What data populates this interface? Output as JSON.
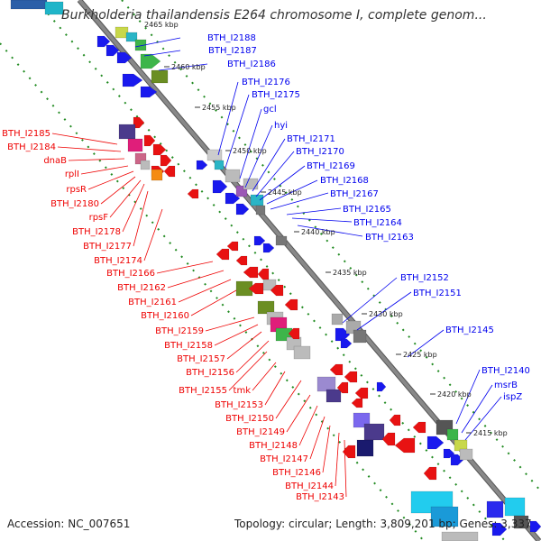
{
  "title": "Burkholderia thailandensis E264 chromosome I, complete genom...",
  "header_partial_kbp": "2465 kbp",
  "footer": {
    "accession": "Accession: NC_007651",
    "summary": "Topology: circular; Length: 3,809,201 bp; Genes: 3,337"
  },
  "colors": {
    "forward_gene": "#0000ee",
    "reverse_gene": "#ee0000",
    "backbone": "#888888",
    "tick": "#228b22"
  },
  "kbp_marks": [
    "2460 kbp",
    "2455 kbp",
    "2450 kbp",
    "2445 kbp",
    "2440 kbp",
    "2435 kbp",
    "2430 kbp",
    "2425 kbp",
    "2420 kbp",
    "2415 kbp"
  ],
  "right_labels": [
    "BTH_I2188",
    "BTH_I2187",
    "BTH_I2186",
    "BTH_I2176",
    "BTH_I2175",
    "gcl",
    "hyi",
    "BTH_I2171",
    "BTH_I2170",
    "BTH_I2169",
    "BTH_I2168",
    "BTH_I2167",
    "BTH_I2165",
    "BTH_I2164",
    "BTH_I2163",
    "BTH_I2152",
    "BTH_I2151",
    "BTH_I2145",
    "BTH_I2140",
    "msrB",
    "ispZ"
  ],
  "left_labels": [
    "BTH_I2185",
    "BTH_I2184",
    "dnaB",
    "rplI",
    "rpsR",
    "BTH_I2180",
    "rpsF",
    "BTH_I2178",
    "BTH_I2177",
    "BTH_I2174",
    "BTH_I2166",
    "BTH_I2162",
    "BTH_I2161",
    "BTH_I2160",
    "BTH_I2159",
    "BTH_I2158",
    "BTH_I2157",
    "BTH_I2156",
    "BTH_I2155",
    "tmk",
    "BTH_I2153",
    "BTH_I2150",
    "BTH_I2149",
    "BTH_I2148",
    "BTH_I2147",
    "BTH_I2146",
    "BTH_I2144",
    "BTH_I2143"
  ]
}
